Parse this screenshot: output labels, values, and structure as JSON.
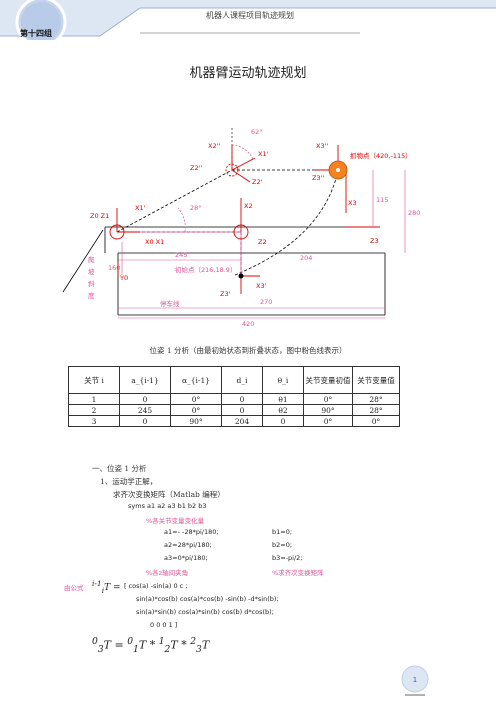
{
  "header": {
    "badge": "第十四组",
    "title": "机器人课程项目轨迹规划"
  },
  "doc_title": "机器臂运动轨迹规划",
  "diagram": {
    "labels": {
      "x3pp": "X3''",
      "x2pp": "X2''",
      "z2pp": "Z2''",
      "x1p": "X1'",
      "z2p": "Z2'",
      "x1": "X1'",
      "x2": "X2",
      "x3": "X3",
      "z2": "Z2",
      "z3": "Z3",
      "z3pp": "Z3''",
      "z3p": "Z3'",
      "x3p": "X3'",
      "z0z1": "Z0 Z1",
      "x0x1": "X0 X1",
      "y0": "Y0",
      "angle62": "62°",
      "angle28": "28°",
      "dim115": "115",
      "dim280": "280",
      "dim245": "245",
      "dim204": "204",
      "dim270": "270",
      "dim420": "420",
      "dim160": "160",
      "target": "抓物点（420,-115）",
      "init": "初始点（216,18.9）",
      "stop": "停车线",
      "side1": "爬",
      "side2": "坡",
      "side3": "斜",
      "side4": "度"
    }
  },
  "caption": "位姿 1 分析（由最初始状态到折叠状态，图中粉色线表示）",
  "table": {
    "headers": [
      "关节 i",
      "a_{i-1}",
      "α_{i-1}",
      "d_i",
      "θ_i",
      "关节变量初值",
      "关节变量值"
    ],
    "rows": [
      [
        "1",
        "0",
        "0°",
        "0",
        "θ1",
        "0°",
        "28°"
      ],
      [
        "2",
        "245",
        "0°",
        "0",
        "θ2",
        "90°",
        "28°"
      ],
      [
        "3",
        "0",
        "90°",
        "204",
        "0",
        "0°",
        "0°"
      ]
    ]
  },
  "sections": {
    "s1": "一、位姿 1 分析",
    "s2": "1、运动学正解，",
    "s3": "求齐次变换矩阵（Matlab  编程）",
    "syms": "syms a1 a2 a3 b1 b2 b3",
    "c1": "%各关节变量变化量",
    "a1": "a1=- -28*pi/180;",
    "b1": "b1=0;",
    "a2": "a2=28*pi/180;",
    "b2": "b2=0;",
    "a3": "a3=0*pi/180;",
    "b3": "b3=-pi/2;",
    "c2": "%各z轴间夹角",
    "c3": "%求齐次变换矩阵",
    "formula_lead": "由公式",
    "m1": "[     cos(a)          -sin(a)              0          c    ;",
    "m2": "sin(a)*cos(b)   cos(a)*cos(b)   -sin(b)   -d*sin(b);",
    "m3": "sin(a)*sin(b)   cos(a)*sin(b)    cos(b)    d*cos(b);",
    "m4": "0                0                0          1    ]"
  },
  "page_number": "1"
}
